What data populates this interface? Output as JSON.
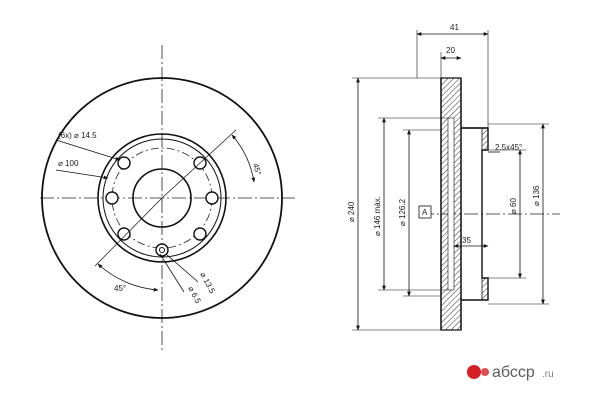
{
  "front_view": {
    "labels": {
      "hole_count_diameter": "(6x) ⌀ 14.5",
      "bolt_circle": "⌀ 100",
      "angle_top": "45°",
      "angle_bottom": "45°",
      "small_hole": "⌀ 13.5",
      "pin_hole": "⌀ 6.5"
    }
  },
  "side_view": {
    "labels": {
      "total_width": "41",
      "disc_thickness": "20",
      "outer_diameter": "⌀ 240",
      "max_diameter": "⌀ 146 máx.",
      "hat_diameter": "⌀ 126.2",
      "chamfer": "2.5x45°",
      "center_bore": "⌀ 60",
      "hub_diameter": "⌀ 136",
      "hub_height": "35",
      "datum": "A"
    }
  },
  "logo": {
    "name": "абсср",
    "tld": ".ru",
    "brand_color": "#d62027",
    "icon": "circle-bubbles-icon"
  }
}
